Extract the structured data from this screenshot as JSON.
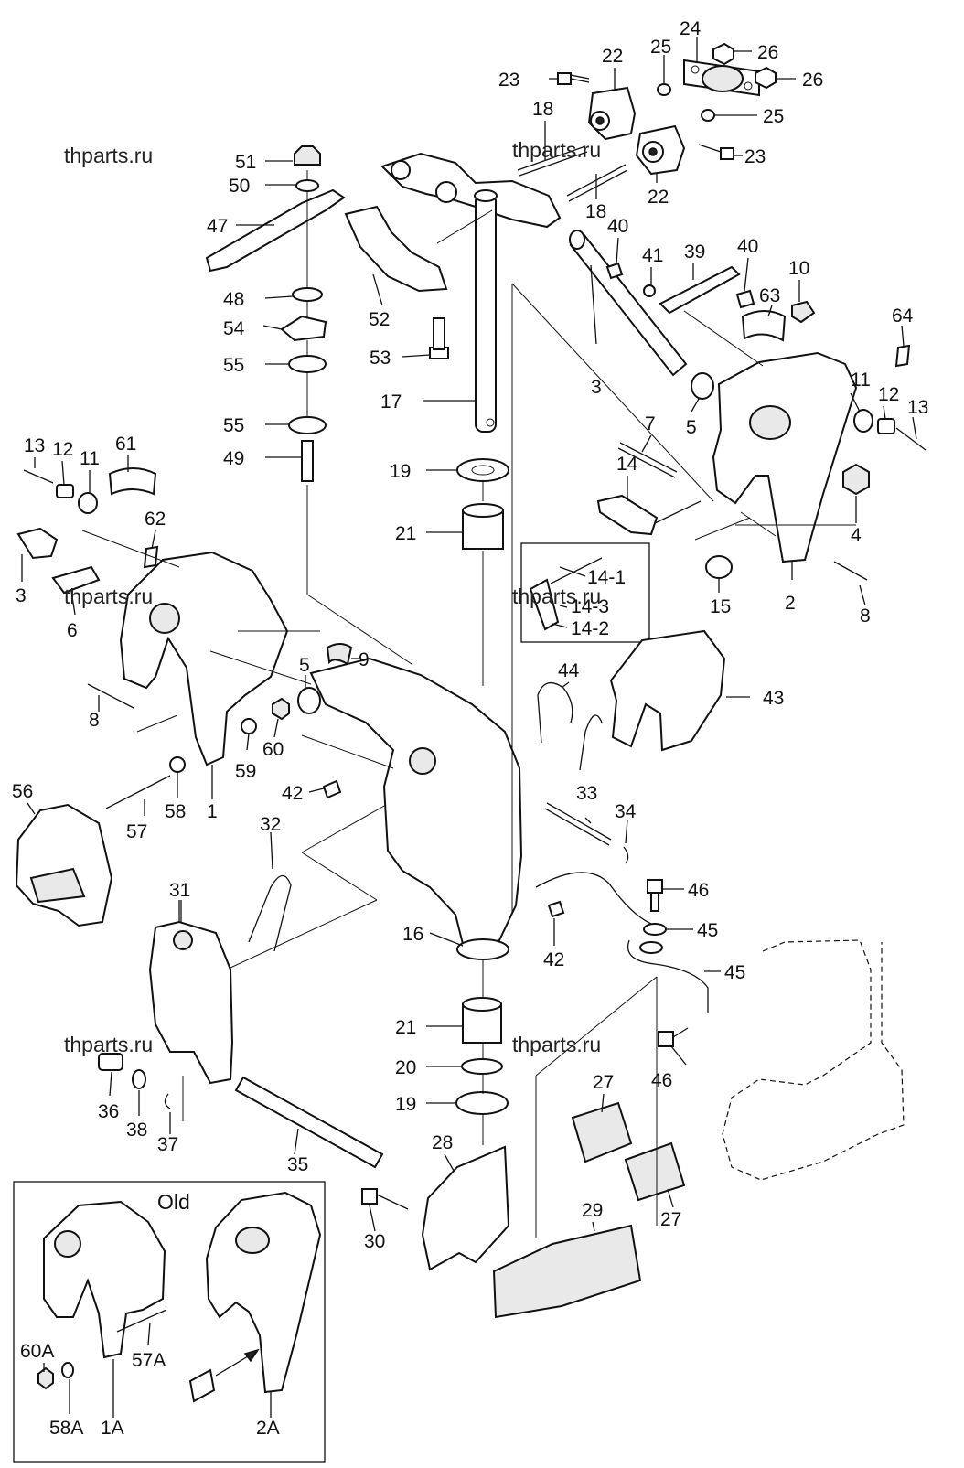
{
  "watermark": "thparts.ru",
  "inset": {
    "title": "Old"
  },
  "callouts": {
    "c1": "1",
    "c1A": "1A",
    "c2": "2",
    "c2A": "2A",
    "c3a": "3",
    "c3b": "3",
    "c4": "4",
    "c5a": "5",
    "c5b": "5",
    "c6": "6",
    "c7": "7",
    "c8a": "8",
    "c8b": "8",
    "c9": "9",
    "c10": "10",
    "c11a": "11",
    "c11b": "11",
    "c12a": "12",
    "c12b": "12",
    "c13a": "13",
    "c13b": "13",
    "c14": "14",
    "c14_1": "14-1",
    "c14_2": "14-2",
    "c14_3": "14-3",
    "c15": "15",
    "c16": "16",
    "c17": "17",
    "c18a": "18",
    "c18b": "18",
    "c19a": "19",
    "c19b": "19",
    "c20": "20",
    "c21a": "21",
    "c21b": "21",
    "c22a": "22",
    "c22b": "22",
    "c23a": "23",
    "c23b": "23",
    "c24": "24",
    "c25a": "25",
    "c25b": "25",
    "c26a": "26",
    "c26b": "26",
    "c27a": "27",
    "c27b": "27",
    "c28": "28",
    "c29": "29",
    "c30": "30",
    "c31": "31",
    "c32": "32",
    "c33": "33",
    "c34": "34",
    "c35": "35",
    "c36": "36",
    "c37": "37",
    "c38": "38",
    "c39": "39",
    "c40a": "40",
    "c40b": "40",
    "c41": "41",
    "c42a": "42",
    "c42b": "42",
    "c43": "43",
    "c44": "44",
    "c45a": "45",
    "c45b": "45",
    "c46a": "46",
    "c46b": "46",
    "c47": "47",
    "c48": "48",
    "c49": "49",
    "c50": "50",
    "c51": "51",
    "c52": "52",
    "c53": "53",
    "c54": "54",
    "c55a": "55",
    "c55b": "55",
    "c56": "56",
    "c57": "57",
    "c57A": "57A",
    "c58": "58",
    "c58A": "58A",
    "c59": "59",
    "c60": "60",
    "c60A": "60A",
    "c61": "61",
    "c62": "62",
    "c63": "63",
    "c64": "64"
  }
}
